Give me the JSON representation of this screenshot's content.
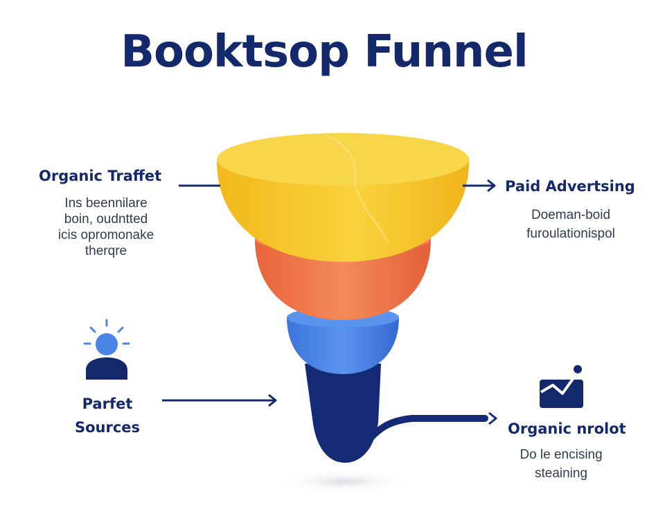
{
  "title": "Booktsop Funnel",
  "colors": {
    "navy": "#14296b",
    "yellow": "#f6c62a",
    "orange": "#ec7344",
    "blue": "#4a84e6",
    "dark_blue": "#142a76"
  },
  "callouts": {
    "organic_traffic": {
      "label": "Organic Traffet",
      "desc_lines": [
        "Ins beennilare",
        "boin, oudntted",
        "icis opromonake",
        "therqre"
      ]
    },
    "paid_advertising": {
      "label": "Paid Advertsing",
      "desc_lines": [
        "Doeman-boid",
        "furoulationispol"
      ]
    },
    "parfet_sources": {
      "label_lines": [
        "Parfet",
        "Sources"
      ],
      "icon": "person-idea-icon"
    },
    "organic_nrolot": {
      "label": "Organic nrolot",
      "desc_lines": [
        "Do le encising",
        "steaining"
      ],
      "icon": "chart-box-icon"
    }
  }
}
